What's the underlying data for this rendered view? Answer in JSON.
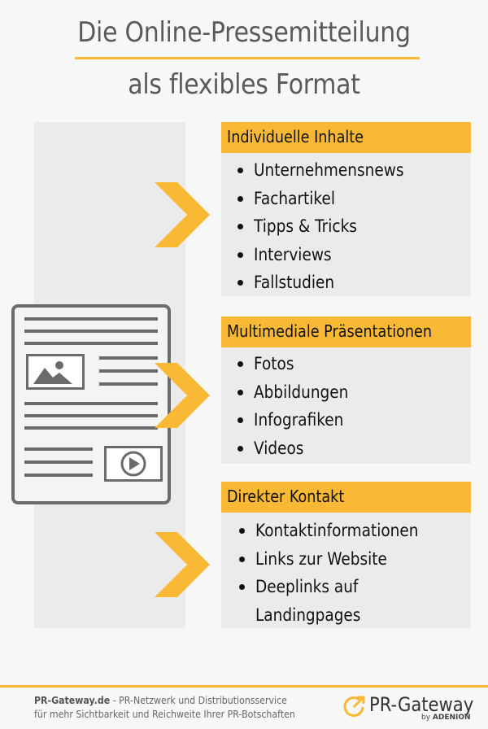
{
  "title": {
    "line1": "Die Online-Pressemitteilung",
    "line2": "als flexibles Format"
  },
  "sections": [
    {
      "heading": "Individuelle Inhalte",
      "items": [
        "Unternehmensnews",
        "Fachartikel",
        "Tipps & Tricks",
        "Interviews",
        "Fallstudien"
      ]
    },
    {
      "heading": "Multimediale Präsentationen",
      "items": [
        "Fotos",
        "Abbildungen",
        "Infografiken",
        "Videos"
      ]
    },
    {
      "heading": "Direkter Kontakt",
      "items": [
        "Kontaktinformationen",
        "Links zur Website",
        "Deeplinks auf Landingpages"
      ]
    }
  ],
  "footer": {
    "brand": "PR-Gateway.de",
    "line1_rest": " - PR-Netzwerk und Distributionsservice",
    "line2": "für mehr Sichtbarkeit und Reichweite Ihrer PR-Botschaften"
  },
  "logo": {
    "name": "PR-Gateway",
    "by": "by",
    "company": "ADENION"
  },
  "icons": [
    "document-icon",
    "image-placeholder-icon",
    "video-play-icon",
    "chevron-right-icon",
    "logo-arrow-icon"
  ],
  "colors": {
    "accent": "#f9b935",
    "panel": "#ebebeb",
    "icon_gray": "#6b6b6b",
    "title_gray": "#5a5a5a"
  }
}
